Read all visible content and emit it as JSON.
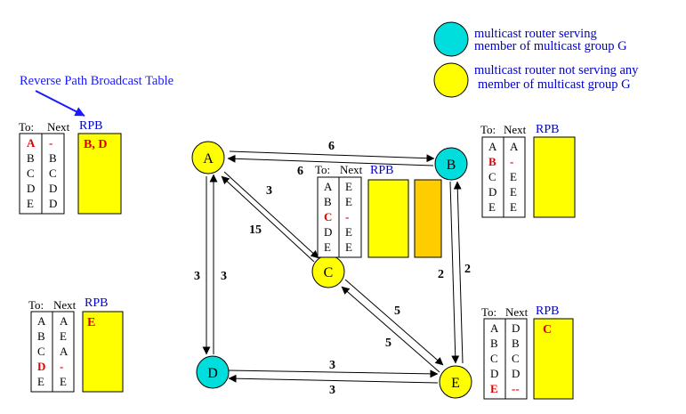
{
  "legend": {
    "serving_line1": "multicast router serving",
    "serving_line2": "member of multicast group G",
    "not_serving_line1": "multicast router not serving any",
    "not_serving_line2": "member of multicast group G",
    "serving_color": "#00dddd",
    "not_serving_color": "#ffff00"
  },
  "rpb_title": "Reverse Path Broadcast Table",
  "headers": {
    "to": "To:",
    "next": "Next",
    "rpb": "RPB"
  },
  "nodes": [
    {
      "id": "A",
      "serving": false
    },
    {
      "id": "B",
      "serving": true
    },
    {
      "id": "C",
      "serving": false
    },
    {
      "id": "D",
      "serving": true
    },
    {
      "id": "E",
      "serving": false
    }
  ],
  "edges": [
    {
      "from": "A",
      "to": "B",
      "weights": [
        "6",
        "6"
      ]
    },
    {
      "from": "A",
      "to": "C",
      "weights": [
        "3",
        "15"
      ]
    },
    {
      "from": "A",
      "to": "D",
      "weights": [
        "3",
        "3"
      ]
    },
    {
      "from": "B",
      "to": "E",
      "weights": [
        "2",
        "2"
      ]
    },
    {
      "from": "C",
      "to": "E",
      "weights": [
        "5",
        "5"
      ]
    },
    {
      "from": "D",
      "to": "E",
      "weights": [
        "3",
        "3"
      ]
    }
  ],
  "tables": {
    "A": {
      "to": [
        "A",
        "B",
        "C",
        "D",
        "E"
      ],
      "next": [
        "-",
        "B",
        "C",
        "D",
        "D"
      ],
      "rpb": "B, D"
    },
    "B": {
      "to": [
        "A",
        "B",
        "C",
        "D",
        "E"
      ],
      "next": [
        "A",
        "-",
        "E",
        "E",
        "E"
      ],
      "rpb": ""
    },
    "C": {
      "to": [
        "A",
        "B",
        "C",
        "D",
        "E"
      ],
      "next": [
        "E",
        "E",
        "-",
        "E",
        "E"
      ],
      "rpb": ""
    },
    "D": {
      "to": [
        "A",
        "B",
        "C",
        "D",
        "E"
      ],
      "next": [
        "A",
        "E",
        "A",
        "-",
        "E"
      ],
      "rpb": "E"
    },
    "E": {
      "to": [
        "A",
        "B",
        "C",
        "D",
        "E"
      ],
      "next": [
        "D",
        "B",
        "C",
        "D",
        "--"
      ],
      "rpb": "C"
    }
  },
  "colors": {
    "rpb_box": "#ffff00",
    "rpb_box_extra": "#ffcc00",
    "highlight": "#dd0000",
    "label_blue": "#0000cc",
    "title_blue": "#1a1aff"
  }
}
